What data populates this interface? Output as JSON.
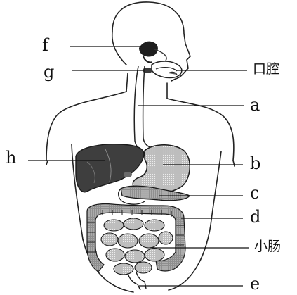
{
  "labels": {
    "f": "f",
    "g": "g",
    "mouth": "口腔",
    "a": "a",
    "h": "h",
    "b": "b",
    "c": "c",
    "d": "d",
    "small_intestine": "小肠",
    "e": "e"
  },
  "colors": {
    "ink": "#111111",
    "organ_dark": "#3a3a3a",
    "organ_mid": "#8a8a8a",
    "organ_light": "#c9c9c9",
    "background": "#ffffff"
  }
}
